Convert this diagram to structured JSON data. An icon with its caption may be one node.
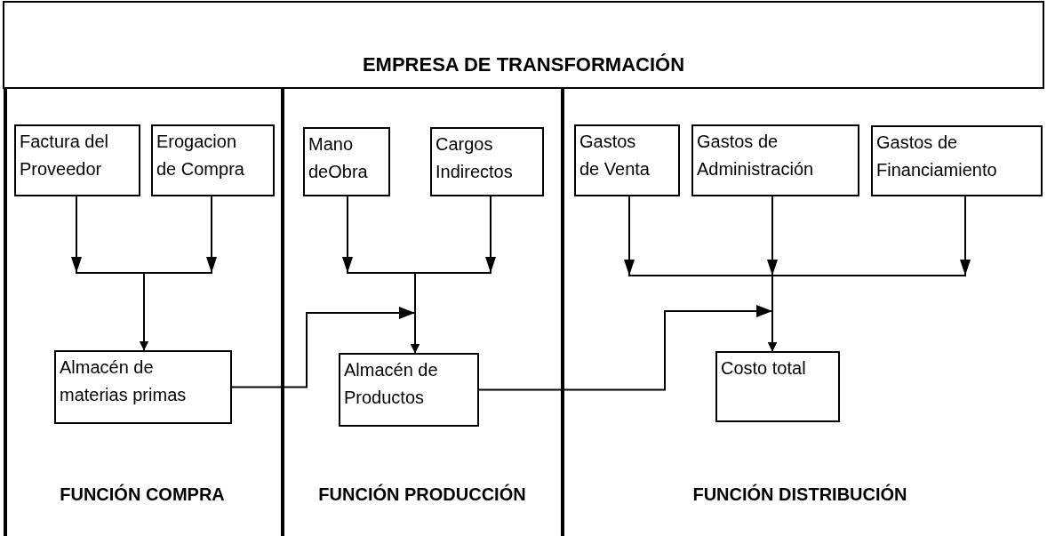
{
  "diagram": {
    "title": "EMPRESA DE TRANSFORMACIÓN",
    "nodes": [
      {
        "text": [
          "Factura del Proveedor"
        ]
      },
      {
        "text": [
          "Erogacion de Compra"
        ]
      },
      {
        "text": [
          "Almacén de materias primas"
        ]
      },
      {
        "text": [
          "Mano deObra"
        ]
      },
      {
        "text": [
          "Cargos Indirectos"
        ]
      },
      {
        "text": [
          "Almacén de Productos"
        ]
      },
      {
        "text": [
          "Gastos de Venta"
        ]
      },
      {
        "text": [
          "Gastos de Administración"
        ]
      },
      {
        "text": [
          "Gastos de Financiamiento"
        ]
      },
      {
        "text": [
          "Costo total"
        ]
      }
    ],
    "edges": [
      {
        "from": 0,
        "to": 2,
        "arrow": "to"
      },
      {
        "from": 1,
        "to": 2,
        "arrow": "to"
      },
      {
        "from": 3,
        "to": 5,
        "arrow": "to"
      },
      {
        "from": 4,
        "to": 5,
        "arrow": "to"
      },
      {
        "from": 2,
        "to": 5,
        "arrow": "to"
      },
      {
        "from": 6,
        "to": 9,
        "arrow": "to"
      },
      {
        "from": 7,
        "to": 9,
        "arrow": "to"
      },
      {
        "from": 8,
        "to": 9,
        "arrow": "to"
      },
      {
        "from": 5,
        "to": 9,
        "arrow": "to"
      }
    ],
    "labels": [
      "FUNCIÓN COMPRA",
      "FUNCIÓN PRODUCCIÓN",
      "FUNCIÓN DISTRIBUCIÓN"
    ]
  }
}
